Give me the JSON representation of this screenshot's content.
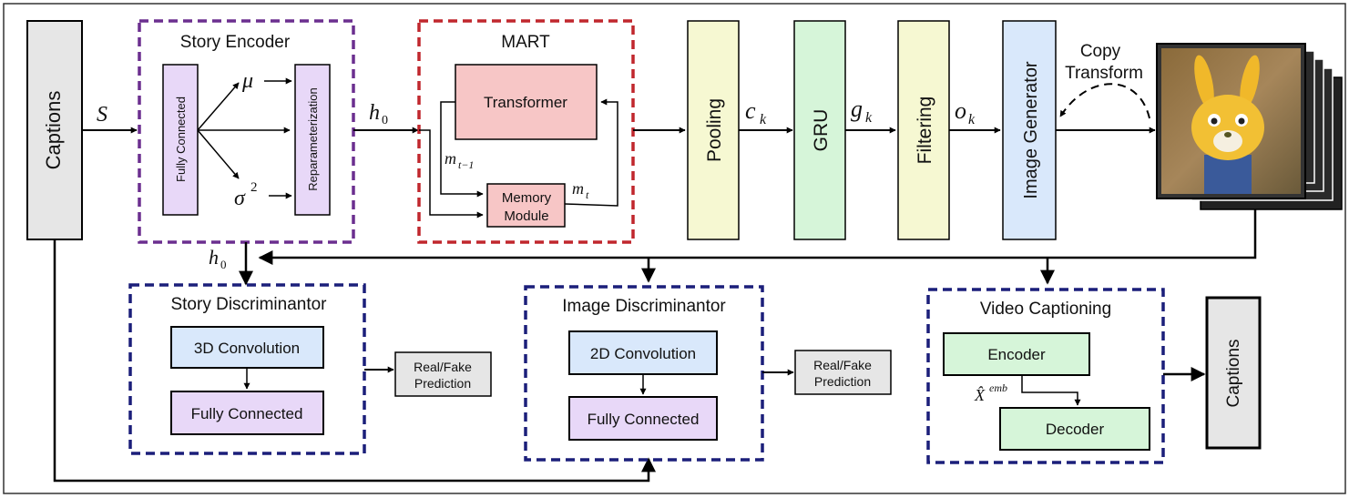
{
  "captions_input": "Captions",
  "captions_output": "Captions",
  "symbols": {
    "S": "S",
    "h0_main": "h",
    "h0_main_sub": "0",
    "h0_lower": "h",
    "h0_lower_sub": "0",
    "mu": "μ",
    "sigma": "σ",
    "sigma_sup": "2",
    "m_prev": "m",
    "m_prev_sub": "t−1",
    "m_t": "m",
    "m_t_sub": "t",
    "c_k": "c",
    "c_k_sub": "k",
    "g_k": "g",
    "g_k_sub": "k",
    "o_k": "o",
    "o_k_sub": "k",
    "x_emb": "X̂",
    "x_emb_sup": "emb"
  },
  "story_encoder": {
    "title": "Story Encoder",
    "fully_connected": "Fully Connected",
    "reparameterization": "Reparameterization"
  },
  "mart": {
    "title": "MART",
    "transformer": "Transformer",
    "memory_line1": "Memory",
    "memory_line2": "Module"
  },
  "pipeline": {
    "pooling": "Pooling",
    "gru": "GRU",
    "filtering": "Filtering",
    "image_generator": "Image Generator",
    "copy_line1": "Copy",
    "copy_line2": "Transform"
  },
  "story_discriminator": {
    "title": "Story Discriminantor",
    "conv": "3D Convolution",
    "fc": "Fully Connected",
    "pred_line1": "Real/Fake",
    "pred_line2": "Prediction"
  },
  "image_discriminator": {
    "title": "Image Discriminantor",
    "conv": "2D Convolution",
    "fc": "Fully Connected",
    "pred_line1": "Real/Fake",
    "pred_line2": "Prediction"
  },
  "video_captioning": {
    "title": "Video Captioning",
    "encoder": "Encoder",
    "decoder": "Decoder"
  },
  "colors": {
    "purple_dash": "#6b2f8f",
    "red_dash": "#c0272d",
    "navy_dash": "#1b1f7a",
    "gray_box": "#e6e6e6",
    "lavender": "#e8d8f8",
    "pink": "#f7c6c6",
    "yellow": "#f6f8d2",
    "green": "#d6f5d9",
    "blue": "#d9e8fb"
  }
}
